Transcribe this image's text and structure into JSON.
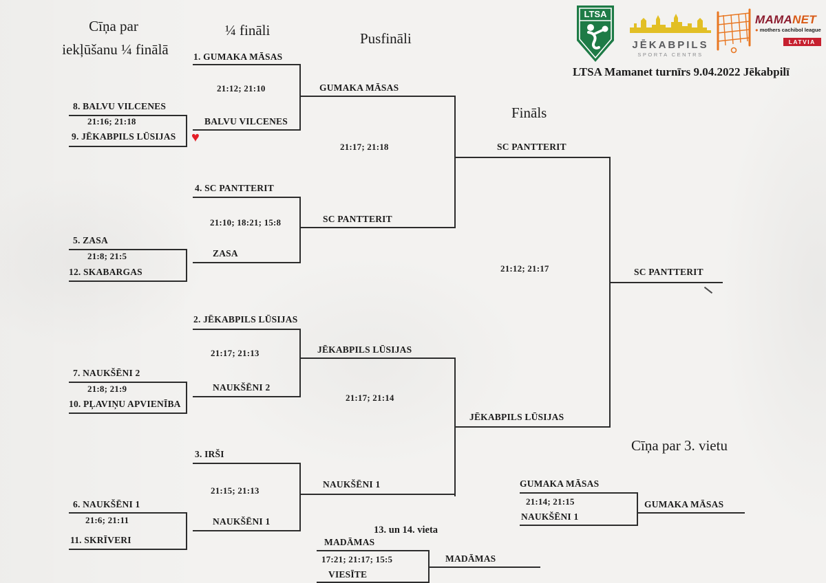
{
  "title": "LTSA Mamanet turnīrs 9.04.2022 Jēkabpilī",
  "headers": {
    "playin_line1": "Cīņa par",
    "playin_line2": "iekļūšanu ¼ finālā",
    "quarterfinals": "¼ fināli",
    "semifinals": "Pusfināli",
    "final": "Fināls",
    "third_place": "Cīņa par 3. vietu",
    "place_13_14": "13. un 14. vieta"
  },
  "logos": {
    "ltsa": {
      "text": "LTSA",
      "shield_color": "#1e7b46"
    },
    "jekabpils": {
      "name": "JĒKABPILS",
      "subtitle": "SPORTA CENTRS",
      "skyline_color": "#e2bf25"
    },
    "mamanet": {
      "mama": "MAMA",
      "net": "NET",
      "tagline": "mothers cachibol league",
      "badge": "LATVIA",
      "net_color": "#e87722",
      "badge_color": "#c6202f"
    }
  },
  "bracket": {
    "playins": [
      {
        "team_top": "8. BALVU VILCENES",
        "score": "21:16; 21:18",
        "team_bottom": "9. JĒKABPILS LŪSIJAS",
        "heart": true
      },
      {
        "team_top": "5.  ZASA",
        "score": "21:8; 21:5",
        "team_bottom": "12. SKABARGAS",
        "heart": false
      },
      {
        "team_top": "7. NAUKŠĒNI 2",
        "score": "21:8; 21:9",
        "team_bottom": "10. PĻAVIŅU APVIENĪBA",
        "heart": false
      },
      {
        "team_top": "6. NAUKŠĒNI 1",
        "score": "21:6; 21:11",
        "team_bottom": "11.  SKRĪVERI",
        "heart": false
      }
    ],
    "quarterfinals": [
      {
        "team_top": "1. GUMAKA MĀSAS",
        "score": "21:12; 21:10",
        "team_bottom": "BALVU VILCENES",
        "winner": "GUMAKA MĀSAS"
      },
      {
        "team_top": "4. SC  PANTTERIT",
        "score": "21:10; 18:21; 15:8",
        "team_bottom": "ZASA",
        "winner": "SC PANTTERIT"
      },
      {
        "team_top": "2. JĒKABPILS LŪSIJAS",
        "score": "21:17; 21:13",
        "team_bottom": "NAUKŠĒNI 2",
        "winner": "JĒKABPILS LŪSIJAS"
      },
      {
        "team_top": "3.   IRŠI",
        "score": "21:15; 21:13",
        "team_bottom": "NAUKŠĒNI 1",
        "winner": "NAUKŠĒNI 1"
      }
    ],
    "semifinals": [
      {
        "score": "21:17; 21:18",
        "winner": "SC PANTTERIT"
      },
      {
        "score": "21:17; 21:14",
        "winner": "JĒKABPILS LŪSIJAS"
      }
    ],
    "final": {
      "score": "21:12; 21:17",
      "winner": "SC PANTTERIT"
    },
    "third_place": {
      "team_top": "GUMAKA MĀSAS",
      "score": "21:14; 21:15",
      "team_bottom": "NAUKŠĒNI 1",
      "winner": "GUMAKA MĀSAS"
    },
    "place_13_14": {
      "team_top": "MADĀMAS",
      "score": "17:21; 21:17; 15:5",
      "team_bottom": "VIESĪTE",
      "winner": "MADĀMAS"
    }
  }
}
